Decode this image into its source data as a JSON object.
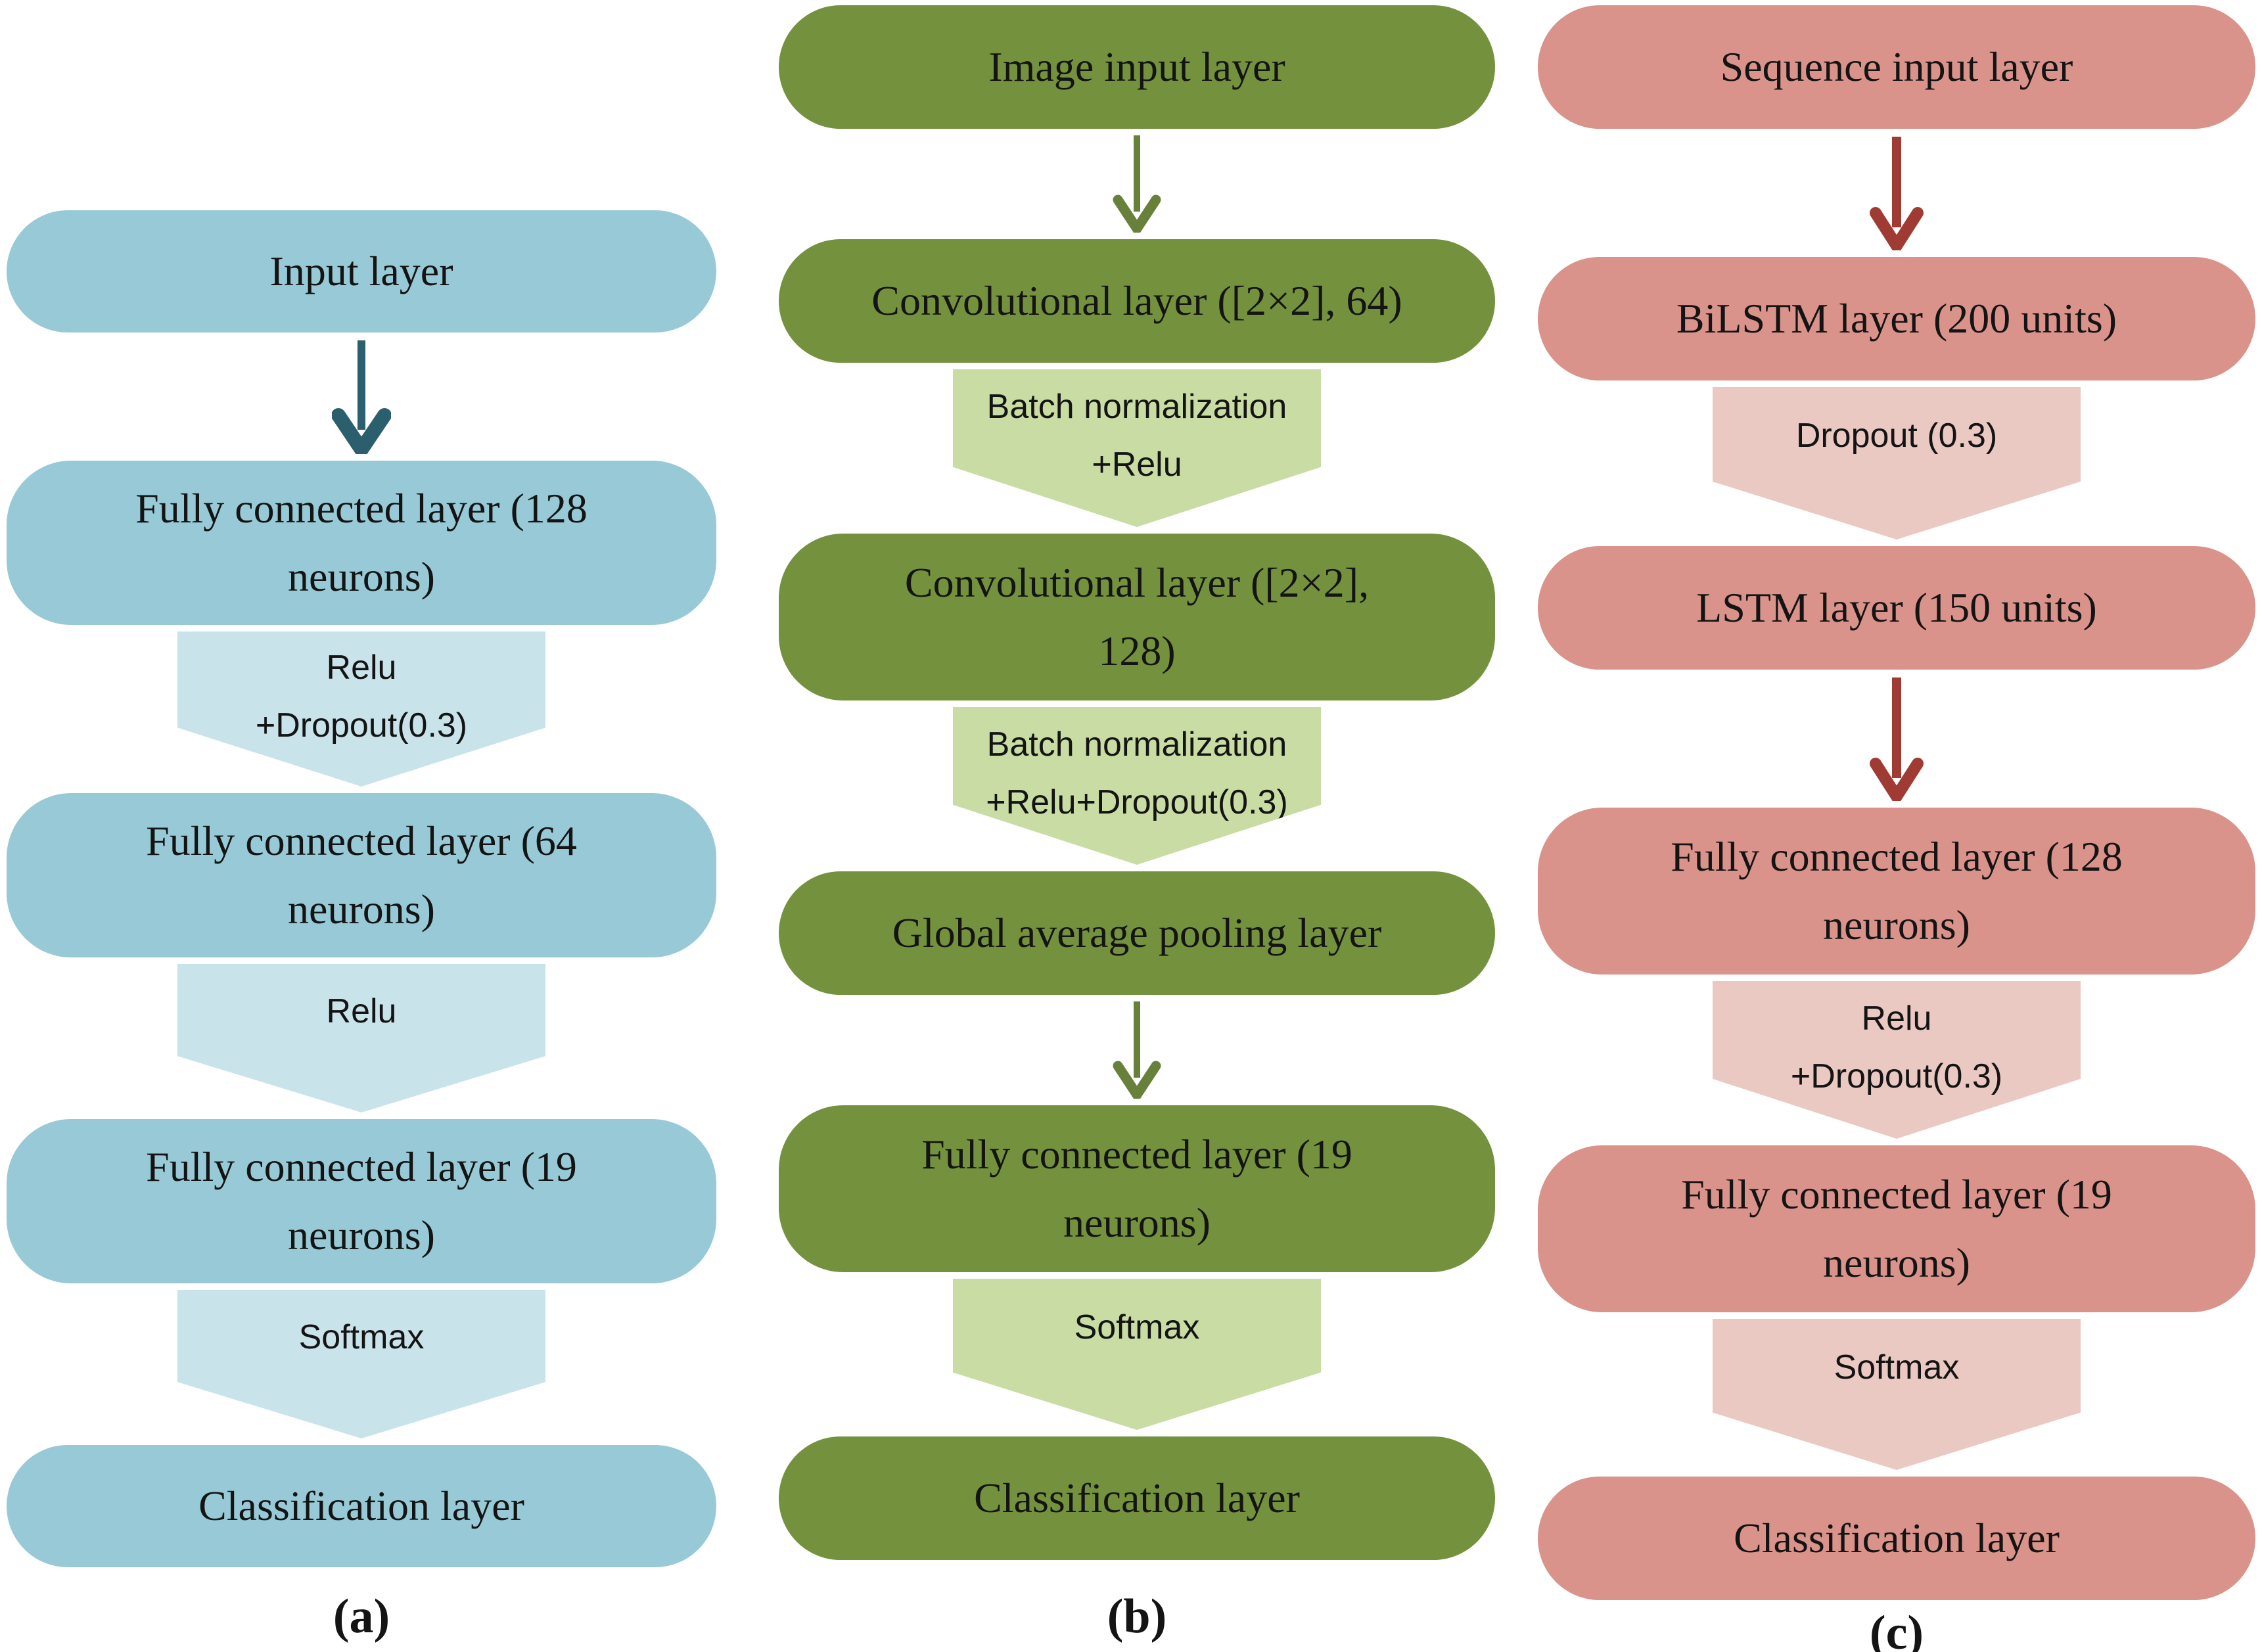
{
  "palette": {
    "background": "#FFFFFF",
    "text": "#141414",
    "a": {
      "box": "#97CAD6",
      "pent": "#C9E3EA",
      "arrow": "#2C5F6E"
    },
    "b": {
      "box": "#74923D",
      "pent": "#C9DCA3",
      "arrow": "#68813A"
    },
    "c": {
      "box": "#D9938B",
      "pent": "#EBC9C3",
      "arrow": "#A03B33"
    }
  },
  "columns": {
    "a": {
      "caption": "(a)",
      "items": [
        {
          "type": "box",
          "lines": [
            "Input layer"
          ]
        },
        {
          "type": "arrow"
        },
        {
          "type": "box",
          "lines": [
            "Fully connected layer (128",
            "neurons)"
          ]
        },
        {
          "type": "pentagon",
          "lines": [
            "Relu",
            "+Dropout(0.3)"
          ]
        },
        {
          "type": "box",
          "lines": [
            "Fully connected layer (64",
            "neurons)"
          ]
        },
        {
          "type": "pentagon",
          "lines": [
            "Relu"
          ]
        },
        {
          "type": "box",
          "lines": [
            "Fully connected layer (19",
            "neurons)"
          ]
        },
        {
          "type": "pentagon",
          "lines": [
            "Softmax"
          ]
        },
        {
          "type": "box",
          "lines": [
            "Classification layer"
          ]
        }
      ]
    },
    "b": {
      "caption": "(b)",
      "items": [
        {
          "type": "box",
          "lines": [
            "Image input layer"
          ]
        },
        {
          "type": "arrow"
        },
        {
          "type": "box",
          "lines": [
            "Convolutional layer ([2×2], 64)"
          ]
        },
        {
          "type": "pentagon",
          "lines": [
            "Batch normalization",
            "+Relu"
          ]
        },
        {
          "type": "box",
          "lines": [
            "Convolutional layer ([2×2],",
            "128)"
          ]
        },
        {
          "type": "pentagon",
          "lines": [
            "Batch normalization",
            "+Relu+Dropout(0.3)"
          ]
        },
        {
          "type": "box",
          "lines": [
            "Global average pooling layer"
          ]
        },
        {
          "type": "arrow"
        },
        {
          "type": "box",
          "lines": [
            "Fully connected layer (19",
            "neurons)"
          ]
        },
        {
          "type": "pentagon",
          "lines": [
            "Softmax"
          ]
        },
        {
          "type": "box",
          "lines": [
            "Classification layer"
          ]
        }
      ]
    },
    "c": {
      "caption": "(c)",
      "items": [
        {
          "type": "box",
          "lines": [
            "Sequence input layer"
          ]
        },
        {
          "type": "arrow"
        },
        {
          "type": "box",
          "lines": [
            "BiLSTM layer (200 units)"
          ]
        },
        {
          "type": "pentagon",
          "lines": [
            "Dropout (0.3)"
          ]
        },
        {
          "type": "box",
          "lines": [
            "LSTM layer (150 units)"
          ]
        },
        {
          "type": "arrow"
        },
        {
          "type": "box",
          "lines": [
            "Fully connected layer (128",
            "neurons)"
          ]
        },
        {
          "type": "pentagon",
          "lines": [
            "Relu",
            "+Dropout(0.3)"
          ]
        },
        {
          "type": "box",
          "lines": [
            "Fully connected layer (19",
            "neurons)"
          ]
        },
        {
          "type": "pentagon",
          "lines": [
            "Softmax"
          ]
        },
        {
          "type": "box",
          "lines": [
            "Classification layer"
          ]
        }
      ]
    }
  }
}
